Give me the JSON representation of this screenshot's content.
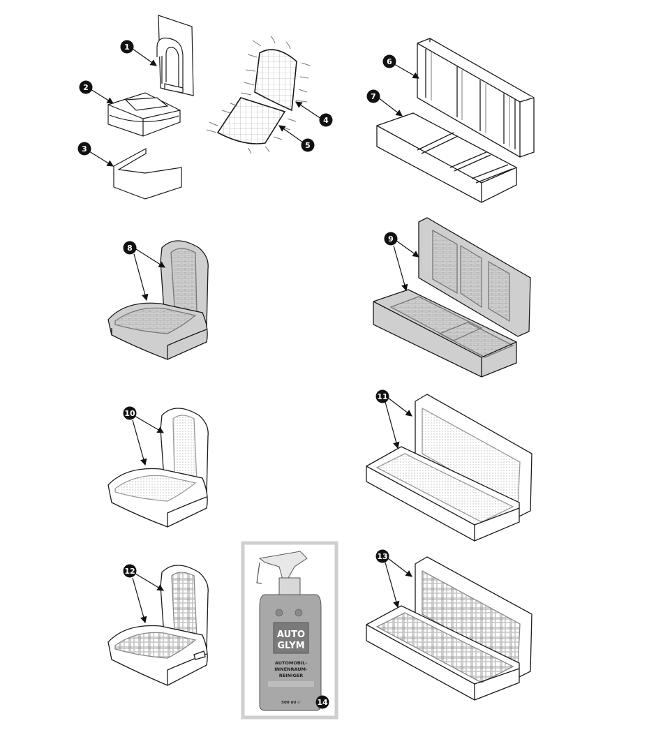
{
  "parts": [
    {
      "id": "1",
      "label": "1",
      "name": "backrest-cover-front"
    },
    {
      "id": "2",
      "label": "2",
      "name": "seat-cushion-cover-front"
    },
    {
      "id": "3",
      "label": "3",
      "name": "seat-apron-front"
    },
    {
      "id": "4",
      "label": "4",
      "name": "backrest-spring-frame"
    },
    {
      "id": "5",
      "label": "5",
      "name": "seat-spring-frame"
    },
    {
      "id": "6",
      "label": "6",
      "name": "rear-backrest-cover"
    },
    {
      "id": "7",
      "label": "7",
      "name": "rear-seat-cushion-cover"
    },
    {
      "id": "8",
      "label": "8",
      "name": "front-seat-basketweave"
    },
    {
      "id": "9",
      "label": "9",
      "name": "rear-bench-basketweave"
    },
    {
      "id": "10",
      "label": "10",
      "name": "front-seat-cloth"
    },
    {
      "id": "11",
      "label": "11",
      "name": "rear-bench-cloth"
    },
    {
      "id": "12",
      "label": "12",
      "name": "front-seat-tartan"
    },
    {
      "id": "13",
      "label": "13",
      "name": "rear-bench-tartan"
    },
    {
      "id": "14",
      "label": "14",
      "name": "interior-cleaner-bottle"
    }
  ],
  "product": {
    "brand_line1": "AUTO",
    "brand_line2": "GLYM",
    "name_line1": "AUTOMOBIL-",
    "name_line2": "INNENRAUM-",
    "name_line3": "REINIGER",
    "volume": "500 ml ℮"
  },
  "colors": {
    "line": "#1a1a1a",
    "callout_fill": "#111111",
    "upholstery_grey": "#cfcfcf",
    "bottle_grey": "#a8a8a8"
  }
}
